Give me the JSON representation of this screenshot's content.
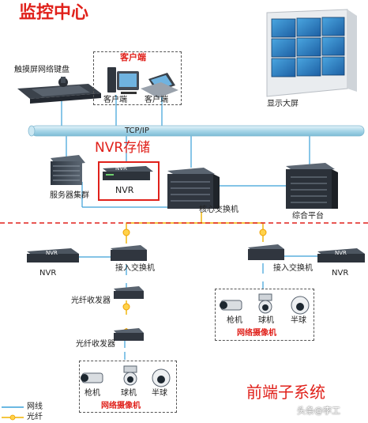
{
  "titles": {
    "monitor_center": "监控中心",
    "frontend_subsystem": "前端子系统"
  },
  "labels": {
    "touch_keyboard": "触摸屏网络键盘",
    "client_group": "客户端",
    "client_1": "客户端",
    "client_2": "客户端",
    "display_wall": "显示大屏",
    "tcp_ip": "TCP/IP",
    "nvr_storage": "NVR存储",
    "server_cluster": "服务器集群",
    "nvr_center": "NVR",
    "core_switch": "核心交换机",
    "integrated_platform": "综合平台",
    "nvr_left": "NVR",
    "access_switch_left": "接入交换机",
    "nvr_right": "NVR",
    "access_switch_right": "接入交换机",
    "fiber_transceiver_1": "光纤收发器",
    "fiber_transceiver_2": "光纤收发器",
    "camera_group_right": "网络摄像机",
    "camera_group_bottom": "网络摄像机",
    "gun_camera_r": "枪机",
    "ball_camera_r": "球机",
    "dome_camera_r": "半球",
    "gun_camera_b": "枪机",
    "ball_camera_b": "球机",
    "dome_camera_b": "半球",
    "device_nvr_tag": "NVR"
  },
  "legend": {
    "network_cable": "网线",
    "fiber": "光纤"
  },
  "watermark": "头条@李工",
  "colors": {
    "red": "#e0211b",
    "tcp_bus": "#b7dcea",
    "fiber_line": "#f0b400",
    "net_line": "#3aa0d8"
  }
}
